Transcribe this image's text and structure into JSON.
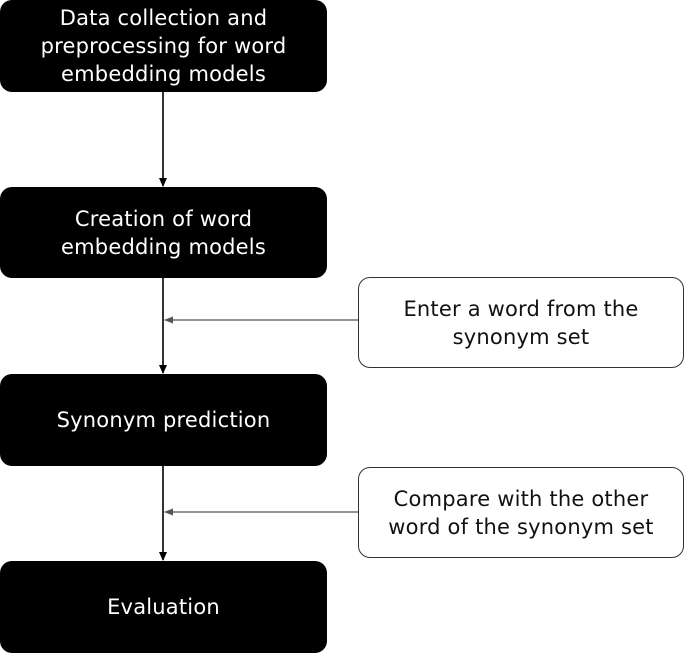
{
  "diagram": {
    "steps": [
      {
        "id": "step1",
        "text": "Data collection and\npreprocessing for word\nembedding models"
      },
      {
        "id": "step2",
        "text": "Creation of word\nembedding models"
      },
      {
        "id": "step3",
        "text": "Synonym prediction"
      },
      {
        "id": "step4",
        "text": "Evaluation"
      }
    ],
    "inputs": [
      {
        "id": "input1",
        "text": "Enter a word from the\nsynonym set"
      },
      {
        "id": "input2",
        "text": "Compare with the other\nword of the synonym set"
      }
    ],
    "colors": {
      "step_fill": "#000000",
      "step_text": "#ffffff",
      "input_border": "#333333",
      "arrow": "#000000",
      "side_arrow": "#555555"
    }
  }
}
